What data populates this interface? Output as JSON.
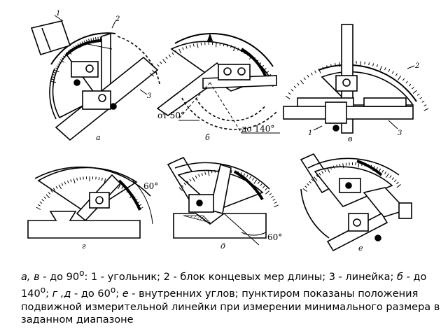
{
  "figure": {
    "panels": [
      {
        "letter": "а",
        "parts": [
          "1",
          "2",
          "3"
        ]
      },
      {
        "letter": "б",
        "range_from": "от 50°",
        "range_to": "до 140°"
      },
      {
        "letter": "в",
        "parts": [
          "1",
          "2",
          "3"
        ]
      },
      {
        "letter": "г",
        "angle": "60°"
      },
      {
        "letter": "д",
        "angle": "60°"
      },
      {
        "letter": "е"
      }
    ]
  },
  "caption": {
    "p1": "а, в",
    "t1": " - до 90",
    "sup1": "о",
    "t2": ": 1 - угольник; 2 - блок концевых мер длины; 3 - линейка; ",
    "p2": "б",
    "t3": " - до 140",
    "sup2": "о",
    "t4": "; ",
    "p3": "г ,д",
    "t5": " - до 60",
    "sup3": "о",
    "t6": "; ",
    "p4": "е",
    "t7": " - внутренних углов; пунктиром показаны положения подвижной измерительной линейки при измерении минимального размера в заданном диапазоне"
  }
}
